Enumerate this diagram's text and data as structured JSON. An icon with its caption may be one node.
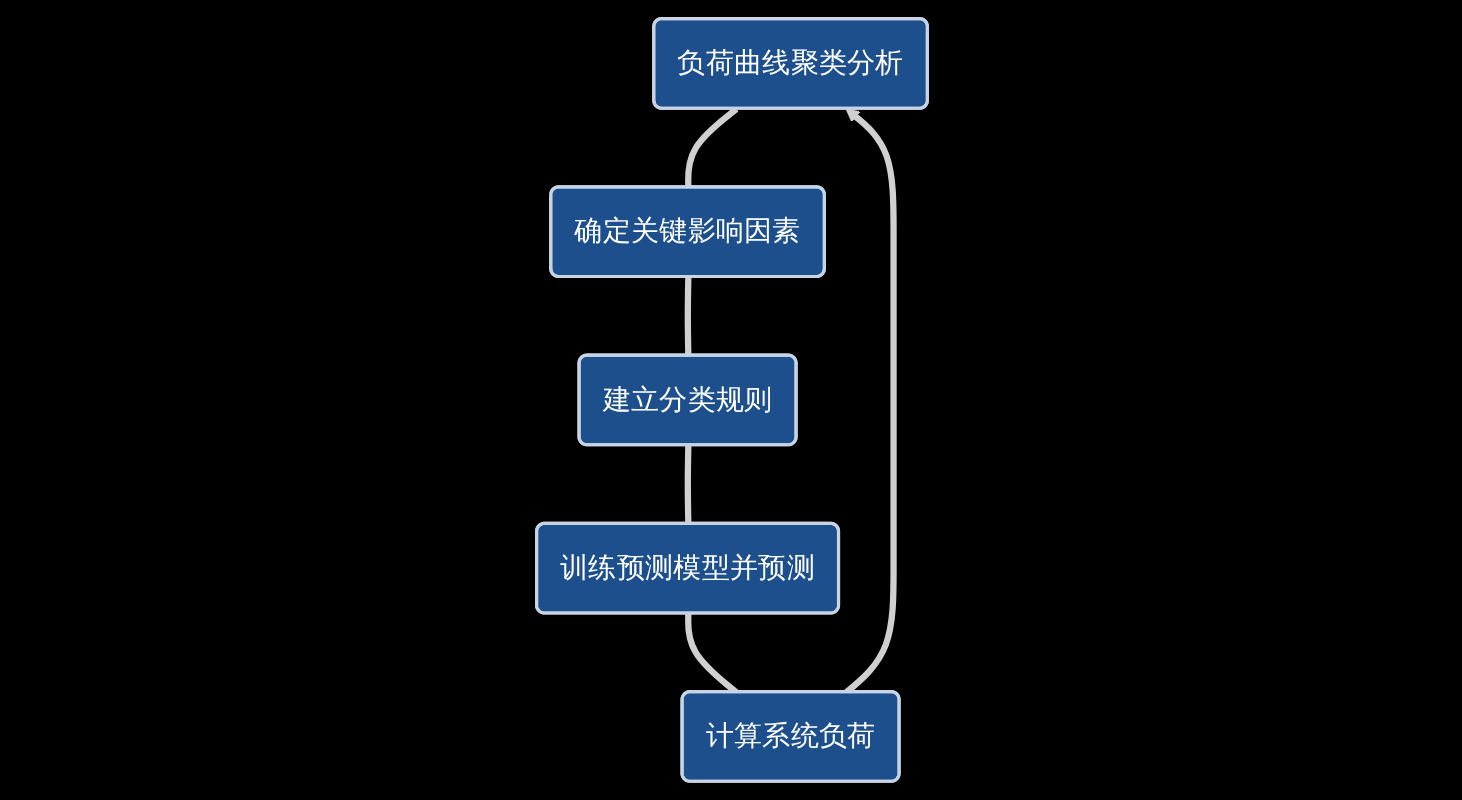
{
  "diagram": {
    "nodes": [
      {
        "text": [
          "负荷曲线聚类分析"
        ]
      },
      {
        "text": [
          "确定关键影响因素"
        ]
      },
      {
        "text": [
          "建立分类规则"
        ]
      },
      {
        "text": [
          "训练预测模型并预测"
        ]
      },
      {
        "text": [
          "计算系统负荷"
        ]
      }
    ],
    "edges": [
      {
        "from": 0,
        "to": 1,
        "arrow": "none"
      },
      {
        "from": 1,
        "to": 2,
        "arrow": "none"
      },
      {
        "from": 2,
        "to": 3,
        "arrow": "none"
      },
      {
        "from": 3,
        "to": 4,
        "arrow": "none"
      },
      {
        "from": 4,
        "to": 0,
        "arrow": "to"
      }
    ]
  }
}
